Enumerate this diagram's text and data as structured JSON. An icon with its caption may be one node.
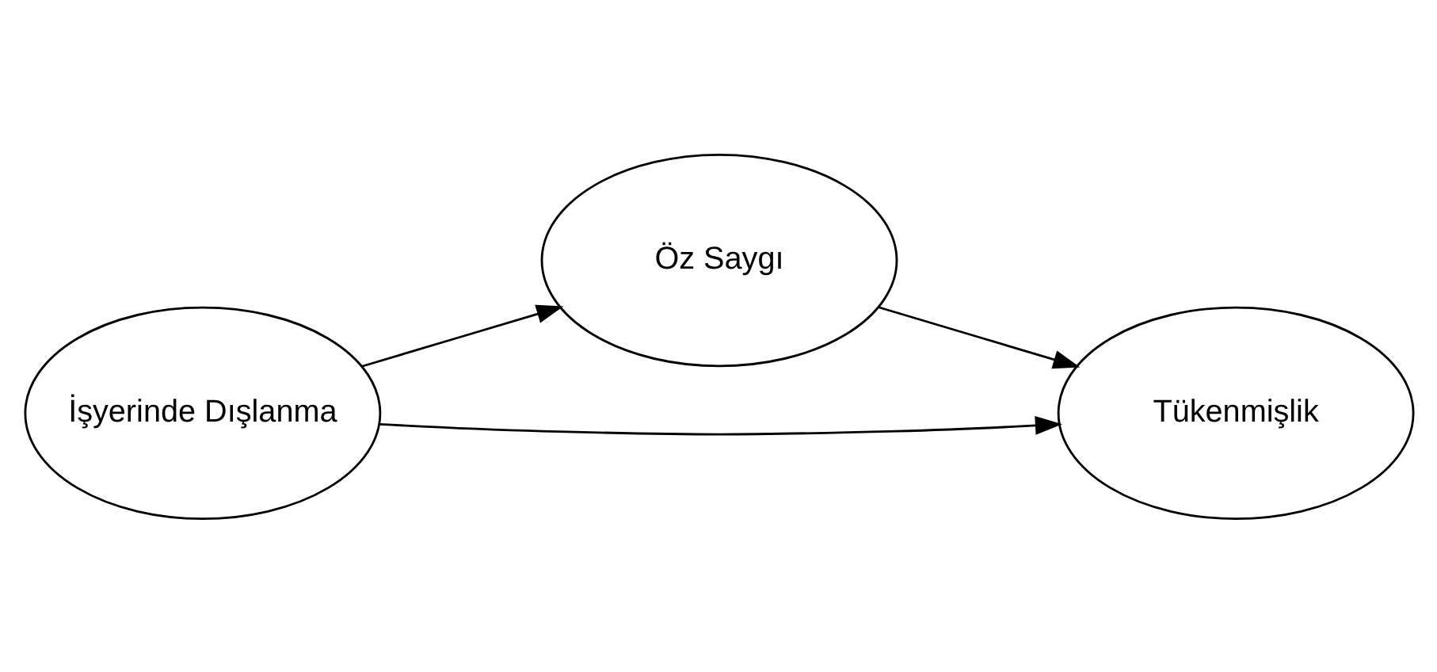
{
  "diagram": {
    "nodes": [
      {
        "text": [
          "İşyerinde Dışlanma"
        ]
      },
      {
        "text": [
          "Öz Saygı"
        ]
      },
      {
        "text": [
          "Tükenmişlik"
        ]
      }
    ],
    "edges": [
      {
        "from": 0,
        "to": 1,
        "arrow": "to"
      },
      {
        "from": 1,
        "to": 2,
        "arrow": "to"
      },
      {
        "from": 0,
        "to": 2,
        "arrow": "to"
      }
    ]
  }
}
